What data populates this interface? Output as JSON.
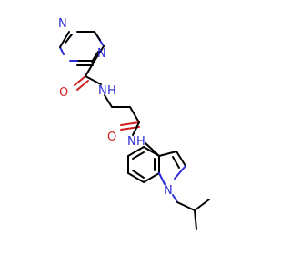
{
  "molecule": {
    "atoms": {
      "pyrazine_n1": "N",
      "pyrazine_n4": "N",
      "amide1_o": "O",
      "amide1_n": "N",
      "amide1_h": "H",
      "amide2_o": "O",
      "amide2_n": "N",
      "amide2_h": "H",
      "indole_n": "N"
    },
    "colors": {
      "carbon_bond": "#000000",
      "nitrogen": "#2c2cd6",
      "oxygen": "#d11f1f",
      "background": "#ffffff"
    }
  }
}
